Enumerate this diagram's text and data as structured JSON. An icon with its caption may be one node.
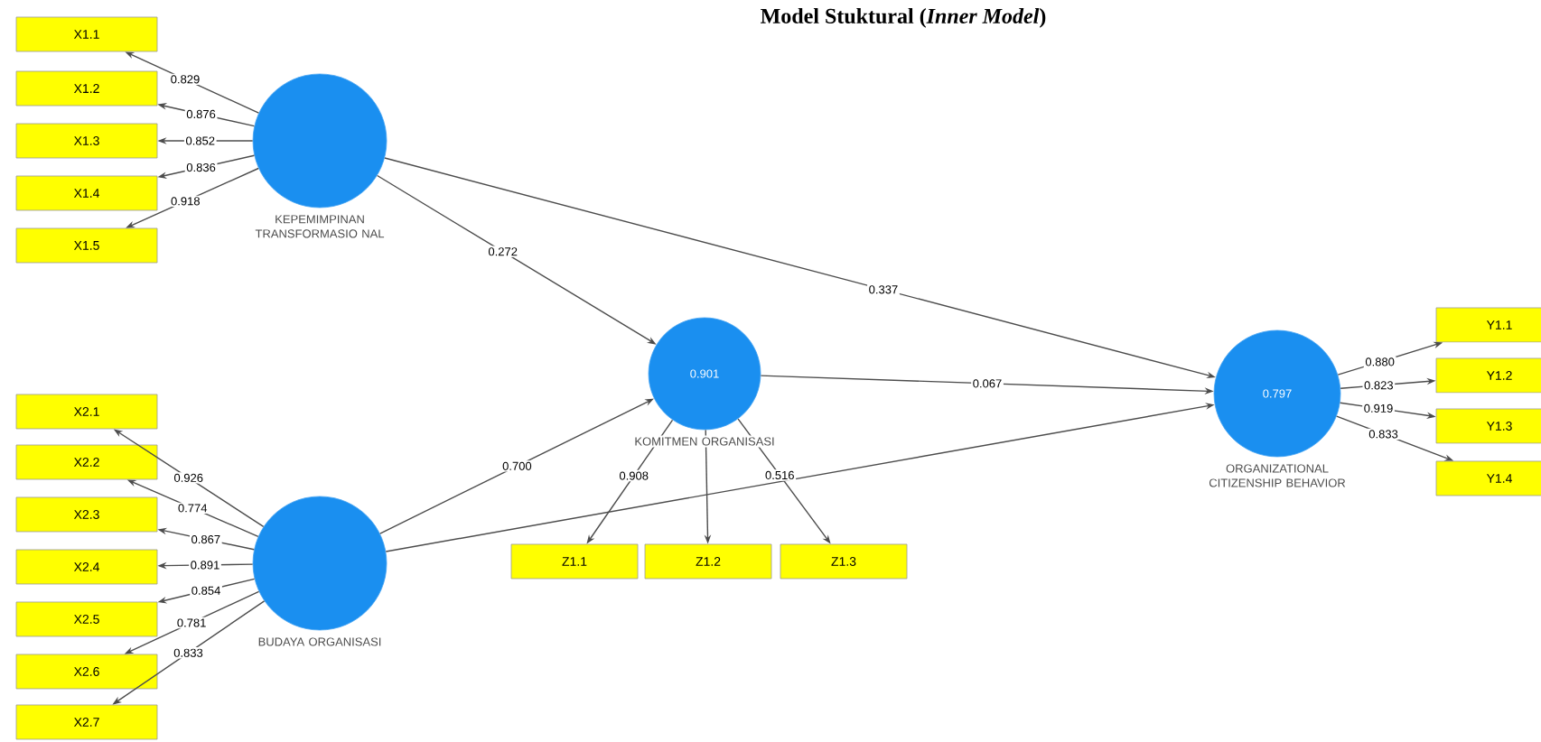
{
  "diagram": {
    "title": "Model Stuktural (*Inner Model*)",
    "nodes": [
      {
        "text": [
          "KEPEMIMPINAN TRANSFORMASIO NAL"
        ]
      },
      {
        "text": [
          "X1.1"
        ]
      },
      {
        "text": [
          "X1.2"
        ]
      },
      {
        "text": [
          "X1.3"
        ]
      },
      {
        "text": [
          "X1.4"
        ]
      },
      {
        "text": [
          "X1.5"
        ]
      },
      {
        "text": [
          "BUDAYA ORGANISASI"
        ]
      },
      {
        "text": [
          "X2.1"
        ]
      },
      {
        "text": [
          "X2.2"
        ]
      },
      {
        "text": [
          "X2.3"
        ]
      },
      {
        "text": [
          "X2.4"
        ]
      },
      {
        "text": [
          "X2.5"
        ]
      },
      {
        "text": [
          "X2.6"
        ]
      },
      {
        "text": [
          "X2.7"
        ]
      },
      {
        "text": [
          "0.901",
          "KOMITMEN ORGANISASI"
        ]
      },
      {
        "text": [
          "Z1.1"
        ]
      },
      {
        "text": [
          "Z1.2"
        ]
      },
      {
        "text": [
          "Z1.3"
        ]
      },
      {
        "text": [
          "0.797",
          "ORGANIZATIONAL CITIZENSHIP BEHAVIOR"
        ]
      },
      {
        "text": [
          "Y1.1"
        ]
      },
      {
        "text": [
          "Y1.2"
        ]
      },
      {
        "text": [
          "Y1.3"
        ]
      },
      {
        "text": [
          "Y1.4"
        ]
      }
    ],
    "edges": [
      {
        "from": 0,
        "to": 1,
        "arrow": "to",
        "label": "0.829"
      },
      {
        "from": 0,
        "to": 2,
        "arrow": "to",
        "label": "0.876"
      },
      {
        "from": 0,
        "to": 3,
        "arrow": "to",
        "label": "0.852"
      },
      {
        "from": 0,
        "to": 4,
        "arrow": "to",
        "label": "0.836"
      },
      {
        "from": 0,
        "to": 5,
        "arrow": "to",
        "label": "0.918"
      },
      {
        "from": 6,
        "to": 7,
        "arrow": "to",
        "label": "0.926"
      },
      {
        "from": 6,
        "to": 8,
        "arrow": "to",
        "label": "0.774"
      },
      {
        "from": 6,
        "to": 9,
        "arrow": "to",
        "label": "0.867"
      },
      {
        "from": 6,
        "to": 10,
        "arrow": "to",
        "label": "0.891"
      },
      {
        "from": 6,
        "to": 11,
        "arrow": "to",
        "label": "0.854"
      },
      {
        "from": 6,
        "to": 12,
        "arrow": "to",
        "label": "0.781"
      },
      {
        "from": 6,
        "to": 13,
        "arrow": "to",
        "label": "0.833"
      },
      {
        "from": 14,
        "to": 15,
        "arrow": "to",
        "label": "0.908"
      },
      {
        "from": 14,
        "to": 16,
        "arrow": "to"
      },
      {
        "from": 14,
        "to": 17,
        "arrow": "to",
        "label": "0.516"
      },
      {
        "from": 18,
        "to": 19,
        "arrow": "to",
        "label": "0.880"
      },
      {
        "from": 18,
        "to": 20,
        "arrow": "to",
        "label": "0.823"
      },
      {
        "from": 18,
        "to": 21,
        "arrow": "to",
        "label": "0.919"
      },
      {
        "from": 18,
        "to": 22,
        "arrow": "to",
        "label": "0.833"
      },
      {
        "from": 0,
        "to": 14,
        "arrow": "to",
        "label": "0.272"
      },
      {
        "from": 0,
        "to": 18,
        "arrow": "to",
        "label": "0.337"
      },
      {
        "from": 6,
        "to": 14,
        "arrow": "to",
        "label": "0.700"
      },
      {
        "from": 6,
        "to": 18,
        "arrow": "to"
      },
      {
        "from": 14,
        "to": 18,
        "arrow": "to",
        "label": "0.067"
      }
    ]
  }
}
